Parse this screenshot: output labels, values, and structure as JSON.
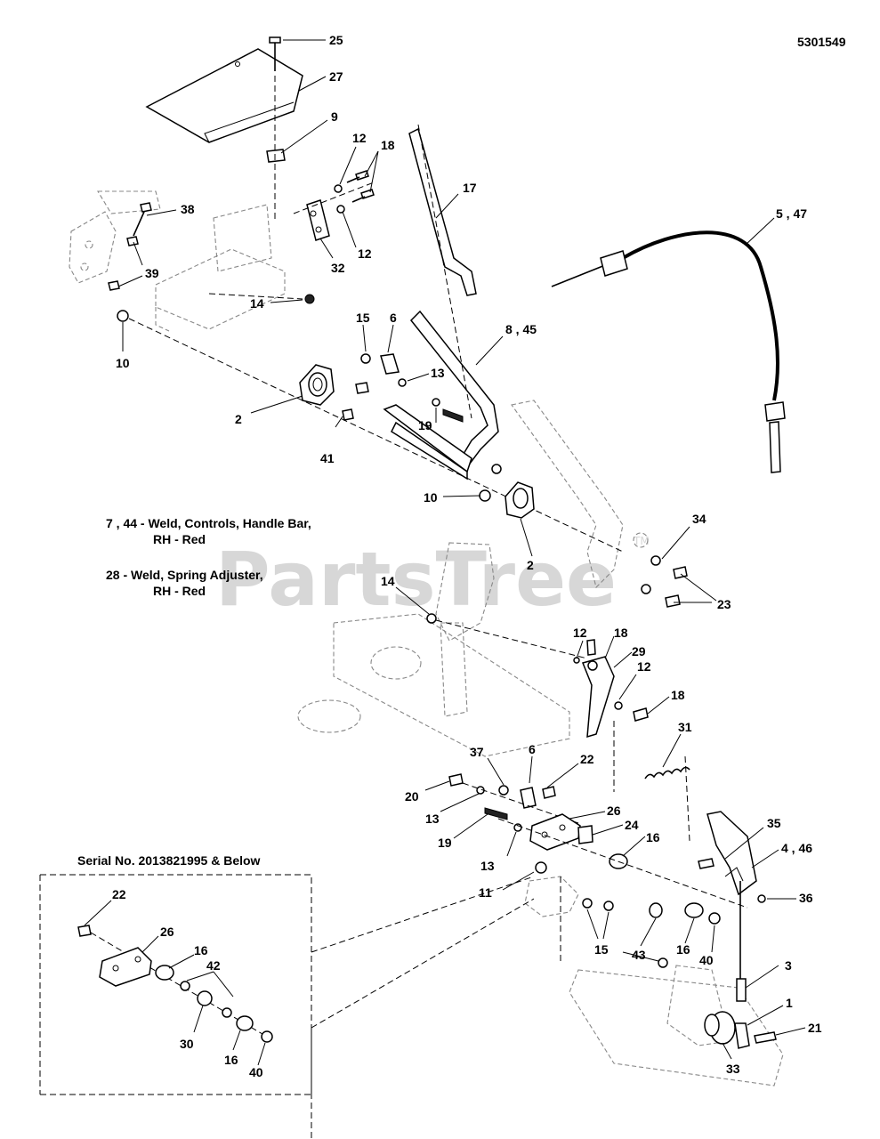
{
  "diagram_number": "5301549",
  "watermark": {
    "text": "PartsTree",
    "tm": "TM"
  },
  "notes": [
    {
      "line1": "7 , 44 - Weld, Controls, Handle Bar,",
      "line2": "RH - Red"
    },
    {
      "line1": "28 - Weld, Spring Adjuster,",
      "line2": "RH - Red"
    }
  ],
  "inset_title": "Serial No. 2013821995 & Below",
  "callouts": [
    "25",
    "27",
    "9",
    "12",
    "18",
    "17",
    "5 , 47",
    "38",
    "32",
    "12",
    "39",
    "14",
    "10",
    "15",
    "6",
    "8 , 45",
    "13",
    "19",
    "2",
    "41",
    "10",
    "2",
    "34",
    "23",
    "23",
    "14",
    "12",
    "18",
    "29",
    "12",
    "18",
    "31",
    "37",
    "6",
    "22",
    "20",
    "13",
    "19",
    "26",
    "24",
    "16",
    "13",
    "35",
    "4 , 46",
    "11",
    "36",
    "43",
    "16",
    "40",
    "15",
    "3",
    "1",
    "21",
    "33",
    "22",
    "26",
    "16",
    "42",
    "30",
    "16",
    "40"
  ]
}
